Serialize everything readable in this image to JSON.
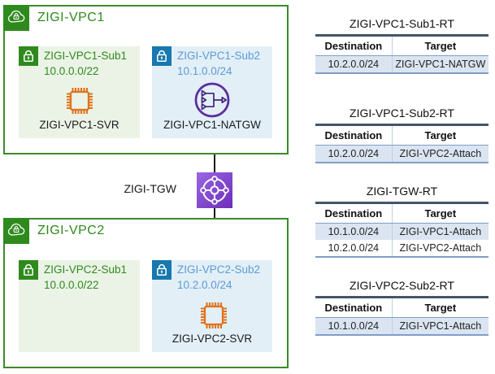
{
  "colors": {
    "vpc_green": "#3c8a27",
    "green_text": "#2f8a1d",
    "green_icon_bg": "#2f8a1d",
    "blue_icon_bg": "#1878af",
    "blue_text": "#5b9bd5",
    "subnet_green_bg": "#ebf3e6",
    "subnet_blue_bg": "#e3eff7",
    "server_orange": "#e0731d",
    "nat_purple": "#5b2f9e",
    "tgw_purple": "#8247cf",
    "table_border_dark": "#44546a",
    "table_border_mid": "#7f9dc9",
    "table_band_bg": "#dbe5f1"
  },
  "icons": {
    "vpc-icon": "green square with white cloud + lock",
    "private-subnet-lock-icon": "green square with white lock",
    "public-subnet-lock-icon": "blue square with white lock",
    "server-chip-icon": "orange cpu chip outline",
    "nat-gateway-icon": "purple circle with merging arrows",
    "transit-gateway-icon": "purple square with white wheel"
  },
  "vpc1": {
    "title": "ZIGI-VPC1",
    "sub1": {
      "name": "ZIGI-VPC1-Sub1",
      "cidr": "10.0.0.0/22",
      "resource": "ZIGI-VPC1-SVR"
    },
    "sub2": {
      "name": "ZIGI-VPC1-Sub2",
      "cidr": "10.1.0.0/24",
      "resource": "ZIGI-VPC1-NATGW"
    }
  },
  "vpc2": {
    "title": "ZIGI-VPC2",
    "sub1": {
      "name": "ZIGI-VPC2-Sub1",
      "cidr": "10.0.0.0/22"
    },
    "sub2": {
      "name": "ZIGI-VPC2-Sub2",
      "cidr": "10.2.0.0/24",
      "resource": "ZIGI-VPC2-SVR"
    }
  },
  "tgw": {
    "label": "ZIGI-TGW"
  },
  "route_tables": [
    {
      "title": "ZIGI-VPC1-Sub1-RT",
      "headers": [
        "Destination",
        "Target"
      ],
      "rows": [
        [
          "10.2.0.0/24",
          "ZIGI-VPC1-NATGW"
        ]
      ]
    },
    {
      "title": "ZIGI-VPC1-Sub2-RT",
      "headers": [
        "Destination",
        "Target"
      ],
      "rows": [
        [
          "10.2.0.0/24",
          "ZIGI-VPC2-Attach"
        ]
      ]
    },
    {
      "title": "ZIGI-TGW-RT",
      "headers": [
        "Destination",
        "Target"
      ],
      "rows": [
        [
          "10.1.0.0/24",
          "ZIGI-VPC1-Attach"
        ],
        [
          "10.2.0.0/24",
          "ZIGI-VPC2-Attach"
        ]
      ]
    },
    {
      "title": "ZIGI-VPC2-Sub2-RT",
      "headers": [
        "Destination",
        "Target"
      ],
      "rows": [
        [
          "10.1.0.0/24",
          "ZIGI-VPC1-Attach"
        ]
      ]
    }
  ]
}
